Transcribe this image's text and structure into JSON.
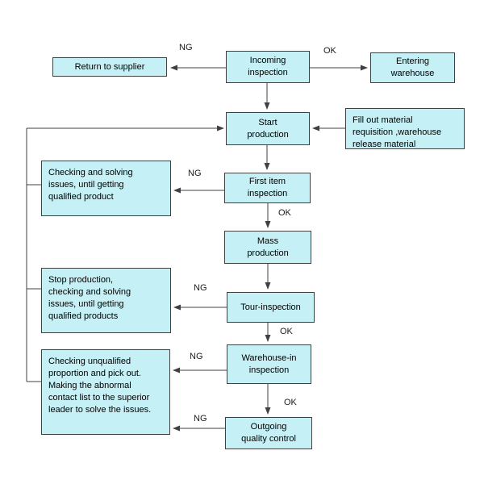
{
  "diagram": {
    "type": "flowchart",
    "colors": {
      "node_fill": "#c5f0f5",
      "node_border": "#404040",
      "arrow_color": "#404040",
      "page_bg": "#ffffff"
    },
    "nodes": [
      {
        "id": "incoming-inspection",
        "label": "Incoming\ninspection"
      },
      {
        "id": "return-to-supplier",
        "label": "Return to supplier"
      },
      {
        "id": "entering-warehouse",
        "label": "Entering\nwarehouse"
      },
      {
        "id": "start-production",
        "label": "Start\nproduction"
      },
      {
        "id": "fill-out-material",
        "label": "Fill out material\nrequisition ,warehouse\nrelease material"
      },
      {
        "id": "first-item-inspection",
        "label": "First item\ninspection"
      },
      {
        "id": "checking-and-solving",
        "label": "Checking and solving\nissues, until getting\nqualified product"
      },
      {
        "id": "mass-production",
        "label": "Mass\nproduction"
      },
      {
        "id": "tour-inspection",
        "label": "Tour-inspection"
      },
      {
        "id": "stop-production",
        "label": "Stop production,\nchecking and solving\nissues, until getting\nqualified products"
      },
      {
        "id": "warehouse-in-inspection",
        "label": "Warehouse-in\ninspection"
      },
      {
        "id": "checking-unqualified",
        "label": "Checking unqualified\nproportion and pick out.\nMaking the abnormal\ncontact list to the superior\nleader to solve the issues."
      },
      {
        "id": "outgoing-quality-control",
        "label": "Outgoing\nquality control"
      }
    ],
    "edges": [
      {
        "from": "incoming-inspection",
        "to": "return-to-supplier",
        "label": "NG"
      },
      {
        "from": "incoming-inspection",
        "to": "entering-warehouse",
        "label": "OK"
      },
      {
        "from": "incoming-inspection",
        "to": "start-production",
        "label": ""
      },
      {
        "from": "fill-out-material",
        "to": "start-production",
        "label": ""
      },
      {
        "from": "start-production",
        "to": "first-item-inspection",
        "label": ""
      },
      {
        "from": "first-item-inspection",
        "to": "checking-and-solving",
        "label": "NG"
      },
      {
        "from": "first-item-inspection",
        "to": "mass-production",
        "label": "OK"
      },
      {
        "from": "mass-production",
        "to": "tour-inspection",
        "label": ""
      },
      {
        "from": "tour-inspection",
        "to": "stop-production",
        "label": "NG"
      },
      {
        "from": "tour-inspection",
        "to": "warehouse-in-inspection",
        "label": "OK"
      },
      {
        "from": "warehouse-in-inspection",
        "to": "checking-unqualified",
        "label": "NG"
      },
      {
        "from": "warehouse-in-inspection",
        "to": "outgoing-quality-control",
        "label": "OK"
      },
      {
        "from": "outgoing-quality-control",
        "to": "checking-unqualified",
        "label": "NG"
      },
      {
        "from": "checking-and-solving",
        "to": "start-production",
        "label": ""
      },
      {
        "from": "stop-production",
        "to": "start-production",
        "label": ""
      },
      {
        "from": "checking-unqualified",
        "to": "start-production",
        "label": ""
      }
    ]
  }
}
